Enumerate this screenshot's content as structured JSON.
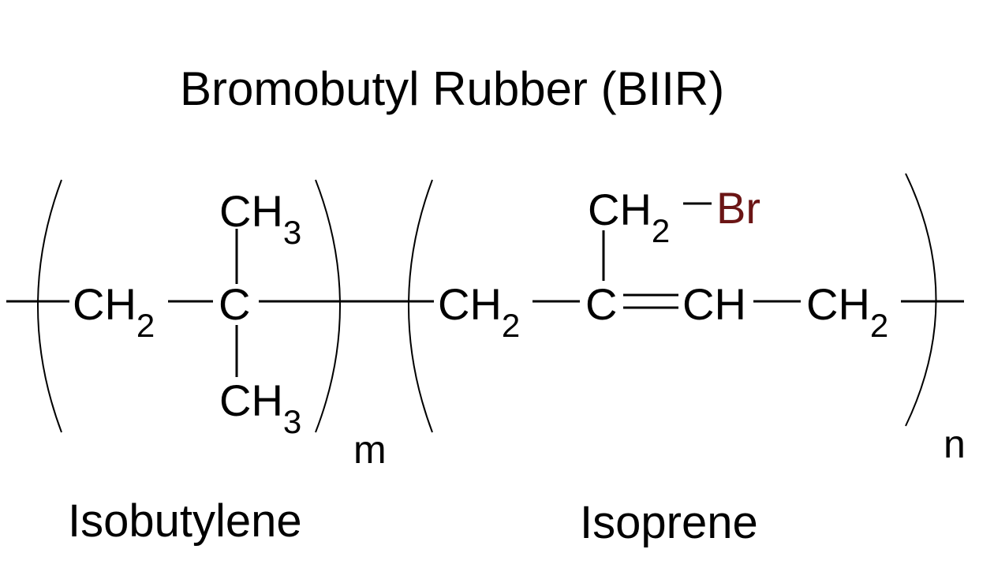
{
  "title": "Bromobutyl Rubber (BIIR)",
  "atoms": {
    "ch2": "CH",
    "ch3": "CH",
    "c": "C",
    "ch": "CH",
    "br": "Br"
  },
  "subscripts": {
    "two": "2",
    "three": "3"
  },
  "repeat_indices": {
    "isobutylene": "m",
    "isoprene": "n"
  },
  "labels": {
    "isobutylene": "Isobutylene",
    "isoprene": "Isoprene"
  },
  "colors": {
    "bromine": "#6b1515",
    "bonds": "#000000"
  }
}
